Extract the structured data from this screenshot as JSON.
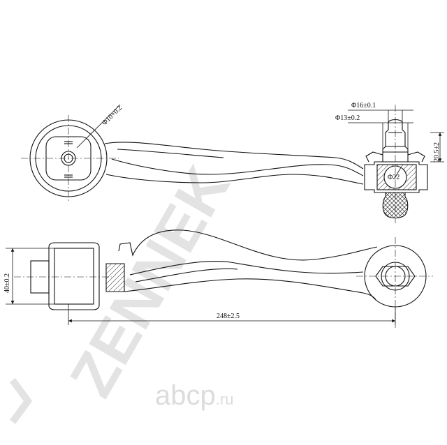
{
  "watermark": {
    "brand": "ZENNEK",
    "site_name": "abcp",
    "site_tld": ".ru",
    "color": "#e3e3e3"
  },
  "dimensions": {
    "pin_diameter": "Φ10+0.2",
    "stud_diameter_top": "Φ16±0.1",
    "stud_diameter": "Φ13±0.2",
    "ball_diameter": "Φ22",
    "stud_height": "20.5±2",
    "bushing_width": "40±0.2",
    "arm_length": "248±2.5"
  },
  "colors": {
    "line": "#111111",
    "hatch": "#333333"
  }
}
